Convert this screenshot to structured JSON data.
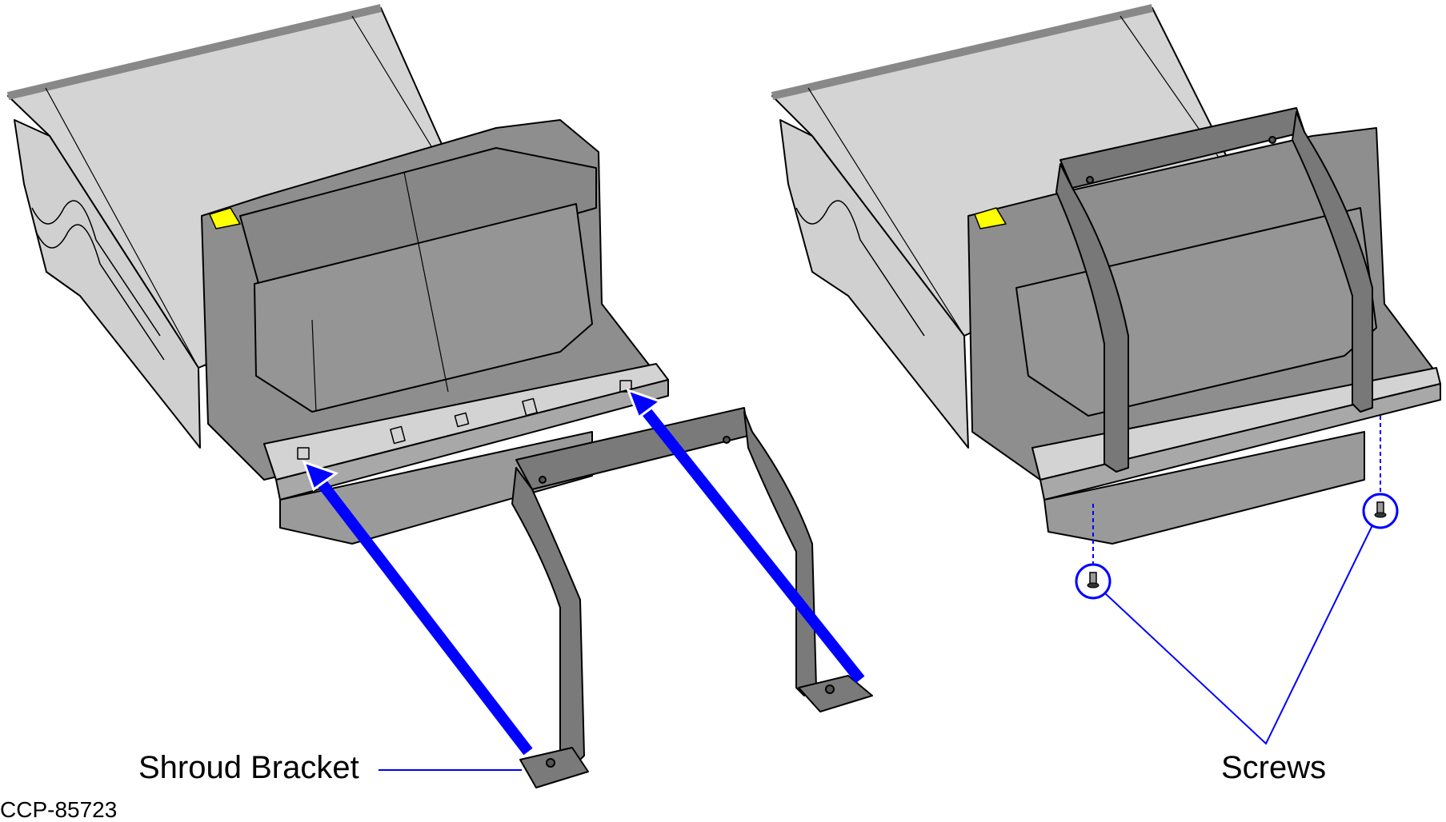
{
  "figure": {
    "id_label": "CCP-85723",
    "panels": [
      {
        "name": "before-install",
        "callout": "Shroud Bracket",
        "arrows": 2
      },
      {
        "name": "after-install",
        "callout": "Screws",
        "screw_count": 2
      }
    ]
  },
  "labels": {
    "shroud_bracket": "Shroud Bracket",
    "screws": "Screws",
    "figure_code": "CCP-85723"
  },
  "colors": {
    "arrow": "#0000ff",
    "callout_line": "#0000ff",
    "light_panel": "#d3d3d3",
    "body_dark": "#959595",
    "bracket": "#777777",
    "button": "#ffff00",
    "outline": "#000000"
  }
}
